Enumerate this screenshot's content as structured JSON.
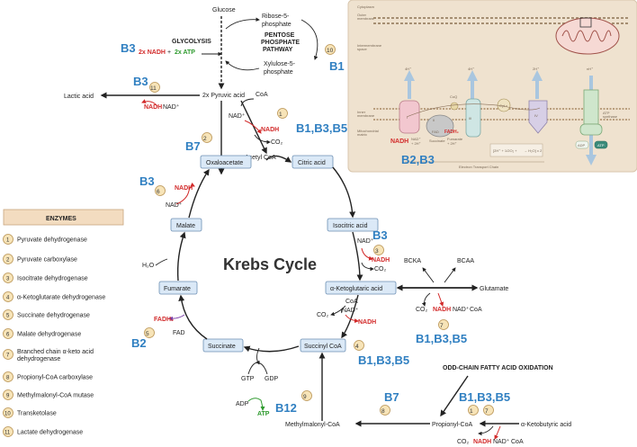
{
  "title": "Krebs Cycle",
  "top": {
    "glucose": "Glucose",
    "glycolysis": "GLYCOLYSIS",
    "glycolysis_nadh": "2x NADH",
    "plus": "+",
    "glycolysis_atp": "2x ATP",
    "ribose": [
      "Ribose-5-",
      "phosphate"
    ],
    "ppp": [
      "PENTOSE",
      "PHOSPHATE",
      "PATHWAY"
    ],
    "xylulose": [
      "Xylulose-5-",
      "phosphate"
    ],
    "pyruvic": "2x Pyruvic acid",
    "coa": "CoA",
    "lactic": "Lactic acid"
  },
  "vitamins": {
    "b3_glyc": "B3",
    "b1_ppp": "B1",
    "b3_lact": "B3",
    "pdh": "B1,B3,B5",
    "b7_pc": "B7",
    "b3_mdh": "B3",
    "b3_idh": "B3",
    "b2_sdh": "B2",
    "akg": "B1,B3,B5",
    "bckdh": "B1,B3,B5",
    "b12": "B12",
    "b7_pcc": "B7",
    "odd": "B1,B3,B5",
    "etc": "B2,B3"
  },
  "nodes": {
    "oxaloacetate": "Oxaloacetate",
    "citric": "Citric acid",
    "isocitric": "Isocitric acid",
    "akg": "α-Ketoglutaric acid",
    "succinyl": "Succinyl CoA",
    "succinate": "Succinate",
    "fumarate": "Fumarate",
    "malate": "Malate"
  },
  "labels": {
    "nad": "NAD⁺",
    "nadh": "NADH",
    "co2": "CO₂",
    "acetyl": "Acetyl CoA",
    "h2o": "H₂O",
    "fadh2": "FADH₂",
    "fad": "FAD",
    "gtp": "GTP",
    "gdp": "GDP",
    "adp": "ADP",
    "atp": "ATP",
    "coa": "CoA",
    "bcka": "BCKA",
    "bcaa": "BCAA",
    "glutamate": "Glutamate",
    "methylmalonyl": "Methylmalonyl-CoA",
    "propionyl": "Propionyl-CoA",
    "ketobutyric": "α-Ketobutyric acid",
    "odd_chain": "ODD-CHAIN FATTY ACID OXIDATION"
  },
  "badges": {
    "pdh": "1",
    "pc": "2",
    "idh": "3",
    "akgdh": "4",
    "sdh": "5",
    "mdh": "6",
    "bckdh": "7",
    "pcc": "8",
    "mcm": "9",
    "tk": "10",
    "ldh": "11",
    "odd1": "1",
    "odd7": "7"
  },
  "enzymes": {
    "header": "ENZYMES",
    "items": [
      {
        "num": "1",
        "name": "Pyruvate dehydrogenase"
      },
      {
        "num": "2",
        "name": "Pyruvate carboxylase"
      },
      {
        "num": "3",
        "name": "Isocitrate dehydrogenase"
      },
      {
        "num": "4",
        "name": "α-Ketoglutarate dehydrogenase"
      },
      {
        "num": "5",
        "name": "Succinate dehydrogenase"
      },
      {
        "num": "6",
        "name": "Malate dehydrogenase"
      },
      {
        "num": "7",
        "name": "Branched chain α-keto acid",
        "name2": "dehydrogenase"
      },
      {
        "num": "8",
        "name": "Propionyl-CoA carboxylase"
      },
      {
        "num": "9",
        "name": "Methylmalonyl-CoA mutase"
      },
      {
        "num": "10",
        "name": "Transketolase"
      },
      {
        "num": "11",
        "name": "Lactate dehydrogenase"
      }
    ]
  },
  "etc": {
    "cytoplasm": "Cytoplasm",
    "outer": [
      "Outer",
      "membrane"
    ],
    "intermembrane": [
      "Intermembrane",
      "space"
    ],
    "inner": [
      "Inner",
      "membrane"
    ],
    "matrix": [
      "Mitochondrial",
      "matrix"
    ],
    "complex_i": "I",
    "complex_ii": "II",
    "complex_iii": "III",
    "complex_iv": "IV",
    "coq": "CoQ",
    "cytc": "Cyt c",
    "e": "2e⁻",
    "h_4": "4H⁺",
    "h_2": "2H⁺",
    "h_n": "nH⁺",
    "fad": "FAD",
    "fadh2": "FADH₂",
    "nadh": "NADH",
    "nad_h": [
      "NAD⁺",
      "+ 2H⁺"
    ],
    "succinate": "Succinate",
    "fumarate": [
      "Fumarate",
      "+ 2H⁺"
    ],
    "water_eq": "[2H⁺ + 1/2O₂ +",
    "water_eq2": "→ H₂O] x 2",
    "atp_synthase": [
      "ATP",
      "synthase"
    ],
    "adp": "ADP",
    "atp": "ATP",
    "etc_label": "Electron Transport Chain"
  },
  "colors": {
    "node_fill": "#dbe9f7",
    "vitamin": "#2f7fc1",
    "nadh": "#d22a2a",
    "atp": "#2e9a2e",
    "badge": "#f7e4b8",
    "enzyme_header": "#f3dcc0",
    "etc_panel": "#efe2cf"
  }
}
